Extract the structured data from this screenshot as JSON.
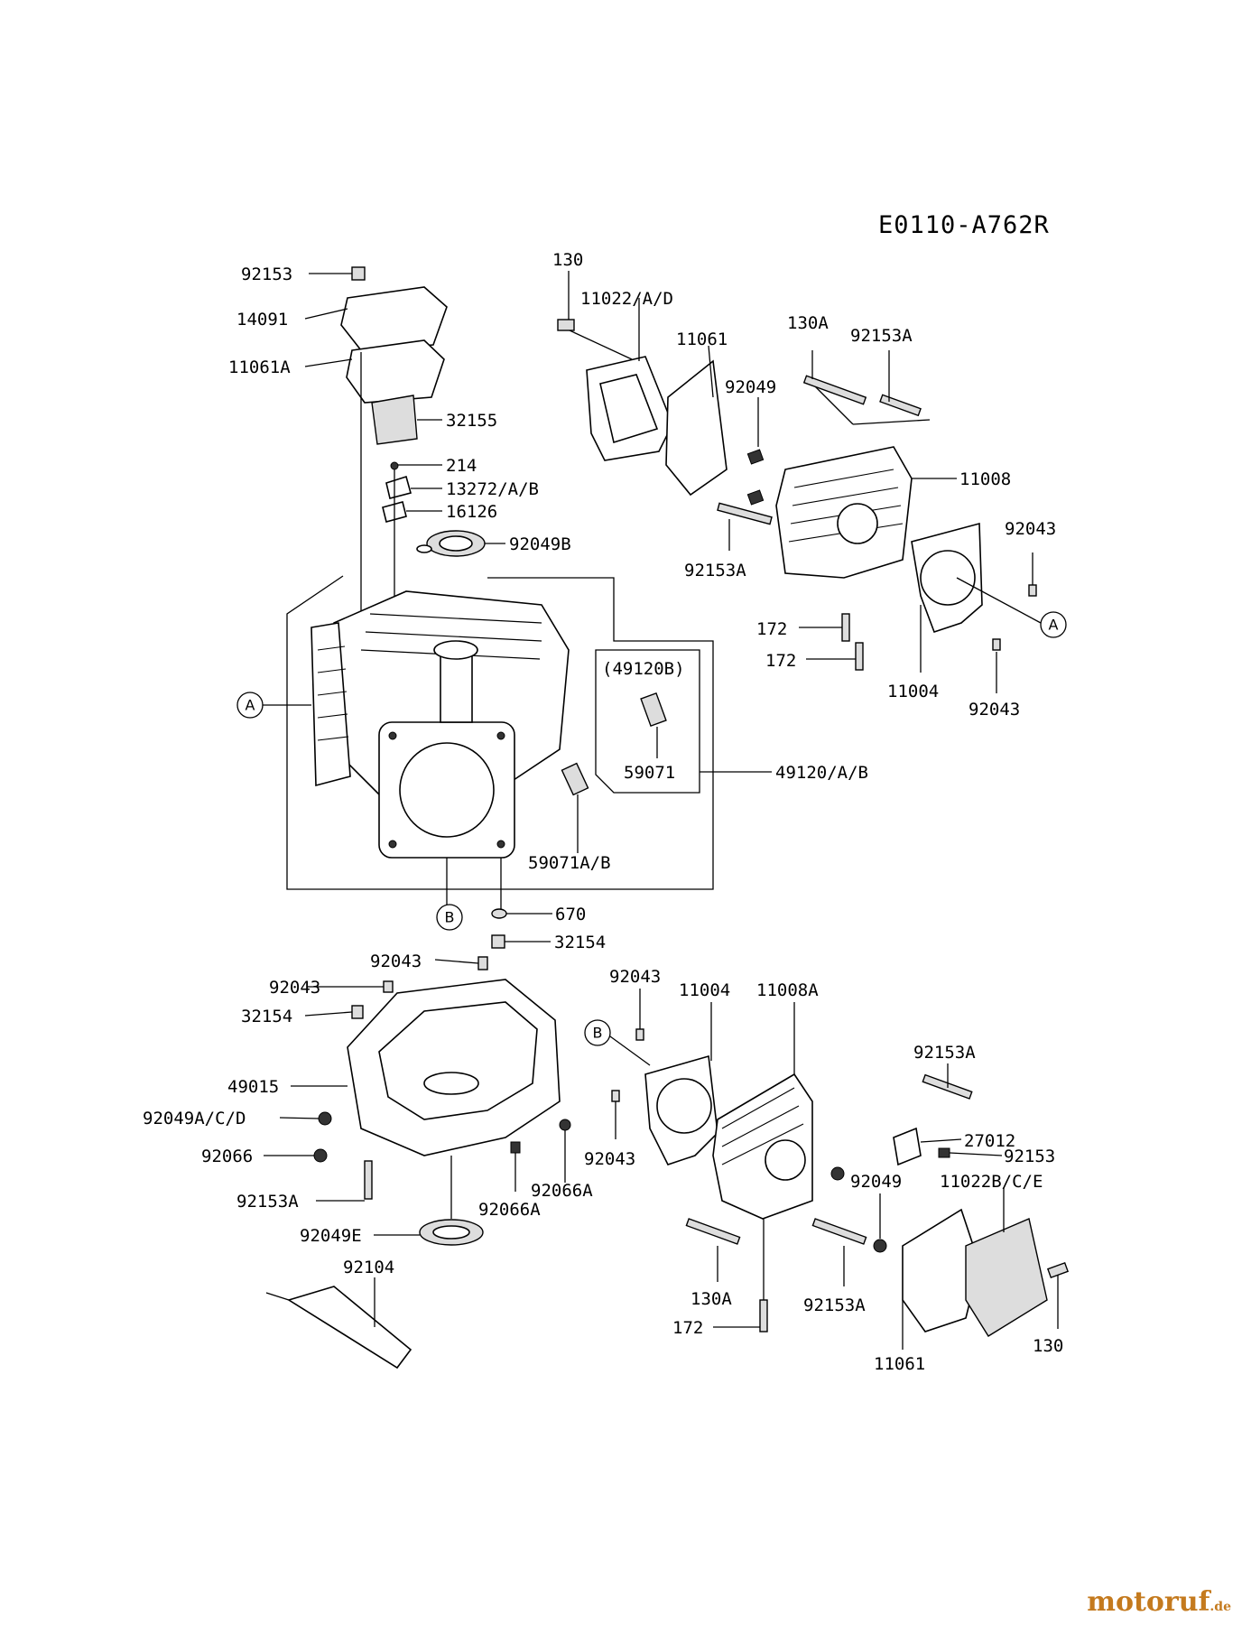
{
  "diagram_code": "E0110-A762R",
  "circle_refs": {
    "a": "A",
    "b": "B"
  },
  "labels": {
    "p92153_top": "92153",
    "p14091": "14091",
    "p11061A": "11061A",
    "p32155": "32155",
    "p214": "214",
    "p13272": "13272/A/B",
    "p16126": "16126",
    "p92049B": "92049B",
    "p130_top": "130",
    "p11022AD": "11022/A/D",
    "p11061_top": "11061",
    "p130A_top": "130A",
    "p92153A_top": "92153A",
    "p92049_top": "92049",
    "p11008": "11008",
    "p92043_r1": "92043",
    "p92153A_mid": "92153A",
    "p172_a": "172",
    "p172_b": "172",
    "p11004_top": "11004",
    "p92043_r2": "92043",
    "p49120B_box": "(49120B)",
    "p59071": "59071",
    "p49120AB": "49120/A/B",
    "p59071AB": "59071A/B",
    "p670": "670",
    "p32154_a": "32154",
    "p92043_c1": "92043",
    "p92043_c2": "92043",
    "p32154_b": "32154",
    "p49015": "49015",
    "p92049ACD": "92049A/C/D",
    "p92066": "92066",
    "p92153A_low": "92153A",
    "p92066A_a": "92066A",
    "p92066A_b": "92066A",
    "p92049E": "92049E",
    "p92104": "92104",
    "p92043_h1": "92043",
    "p11004_low": "11004",
    "p11008A": "11008A",
    "p92153A_h": "92153A",
    "p27012": "27012",
    "p92153_h": "92153",
    "p92043_h2": "92043",
    "p92049_h": "92049",
    "p11022BCE": "11022B/C/E",
    "p130A_low": "130A",
    "p92153A_low2": "92153A",
    "p172_low": "172",
    "p11061_low": "11061",
    "p130_low": "130"
  },
  "watermark": {
    "brand": "motoruf",
    "tld": ".de",
    "brand_color": "#c47a1e"
  }
}
